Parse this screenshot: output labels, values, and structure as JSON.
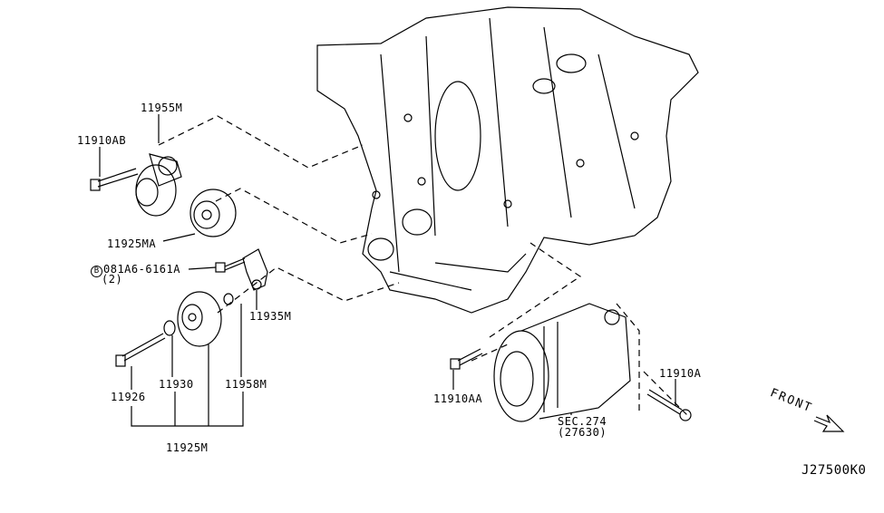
{
  "labels": {
    "idler_pulley_bracket": "11955M",
    "bolt_ab": "11910AB",
    "idler_pulley_ma": "11925MA",
    "bolt_spec": "081A6-6161A",
    "bolt_spec_prefix": "B",
    "bolt_spec_qty": "(2)",
    "bracket": "11935M",
    "bolt_11926": "11926",
    "washer_11930": "11930",
    "washer_11958m": "11958M",
    "idler_pulley_assy": "11925M",
    "bolt_aa": "11910AA",
    "compressor_sec": "SEC.274",
    "compressor_ref": "(27630)",
    "bolt_a": "11910A",
    "front": "FRONT",
    "diagram_code": "J27500K0"
  },
  "colors": {
    "line": "#000000",
    "background": "#ffffff"
  }
}
